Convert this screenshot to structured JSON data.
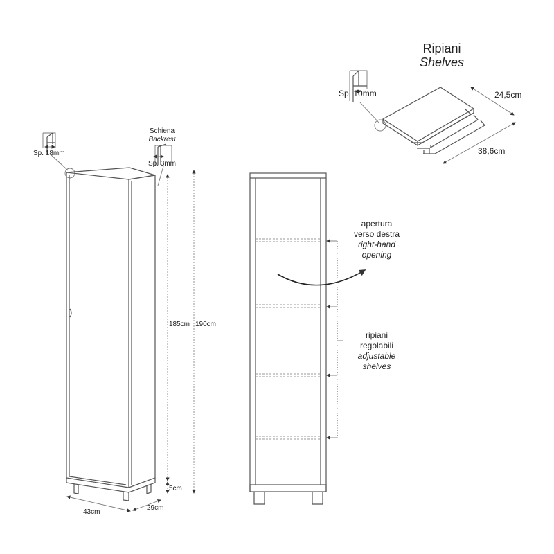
{
  "shelves_panel": {
    "title_it": "Ripiani",
    "title_en": "Shelves",
    "thickness_label": "Sp. 10mm",
    "depth_label": "24,5cm",
    "width_label": "38,6cm"
  },
  "cabinet_view": {
    "door_thickness_label": "Sp. 18mm",
    "back_label_it": "Schiena",
    "back_label_en": "Backrest",
    "back_thickness_label": "Sp. 3mm",
    "height_inner_label": "185cm",
    "height_total_label": "190cm",
    "base_height_label": "5cm",
    "width_label": "43cm",
    "depth_label": "29cm"
  },
  "front_view": {
    "opening_it_1": "apertura",
    "opening_it_2": "verso destra",
    "opening_en_1": "right-hand",
    "opening_en_2": "opening",
    "shelves_it_1": "ripiani",
    "shelves_it_2": "regolabili",
    "shelves_en_1": "adjustable",
    "shelves_en_2": "shelves"
  }
}
